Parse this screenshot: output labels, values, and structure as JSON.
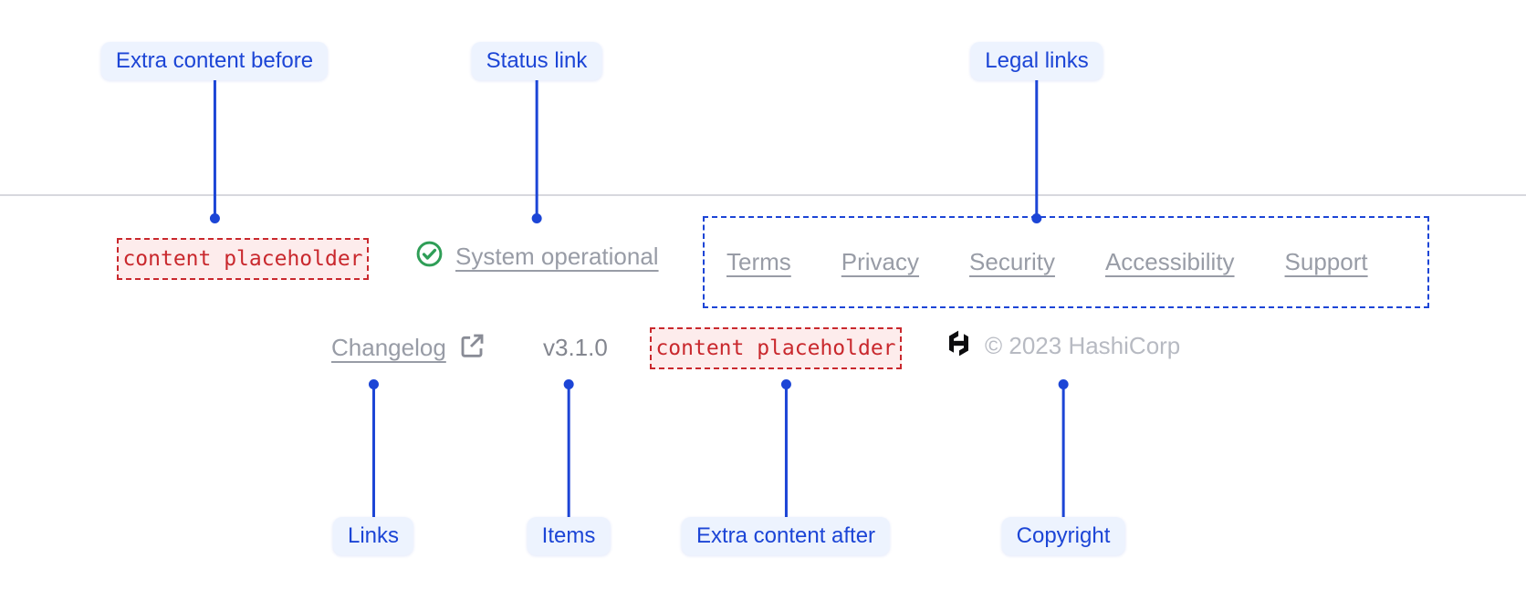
{
  "annotations": {
    "extra_before": "Extra content before",
    "status_link": "Status link",
    "legal_links": "Legal links",
    "links": "Links",
    "items": "Items",
    "extra_after": "Extra content after",
    "copyright": "Copyright"
  },
  "footer": {
    "extra_content_before": "content placeholder",
    "extra_content_after": "content placeholder",
    "status": {
      "label": "System operational",
      "icon": "check-circle-icon"
    },
    "legal_links": [
      "Terms",
      "Privacy",
      "Security",
      "Accessibility",
      "Support"
    ],
    "changelog": {
      "label": "Changelog",
      "icon": "external-link-icon"
    },
    "version": "v3.1.0",
    "copyright": "© 2023 HashiCorp",
    "logo": "hashicorp-logo"
  },
  "colors": {
    "annotation_blue": "#1c45d6",
    "placeholder_red": "#c9282d",
    "placeholder_bg": "#fdecec",
    "success_green": "#2f9e57",
    "muted_link_gray": "#989ca6",
    "version_gray": "#83868f",
    "copyright_gray": "#b7bac2",
    "divider_gray": "#d7d8de",
    "logo_black": "#0c0c0e"
  }
}
